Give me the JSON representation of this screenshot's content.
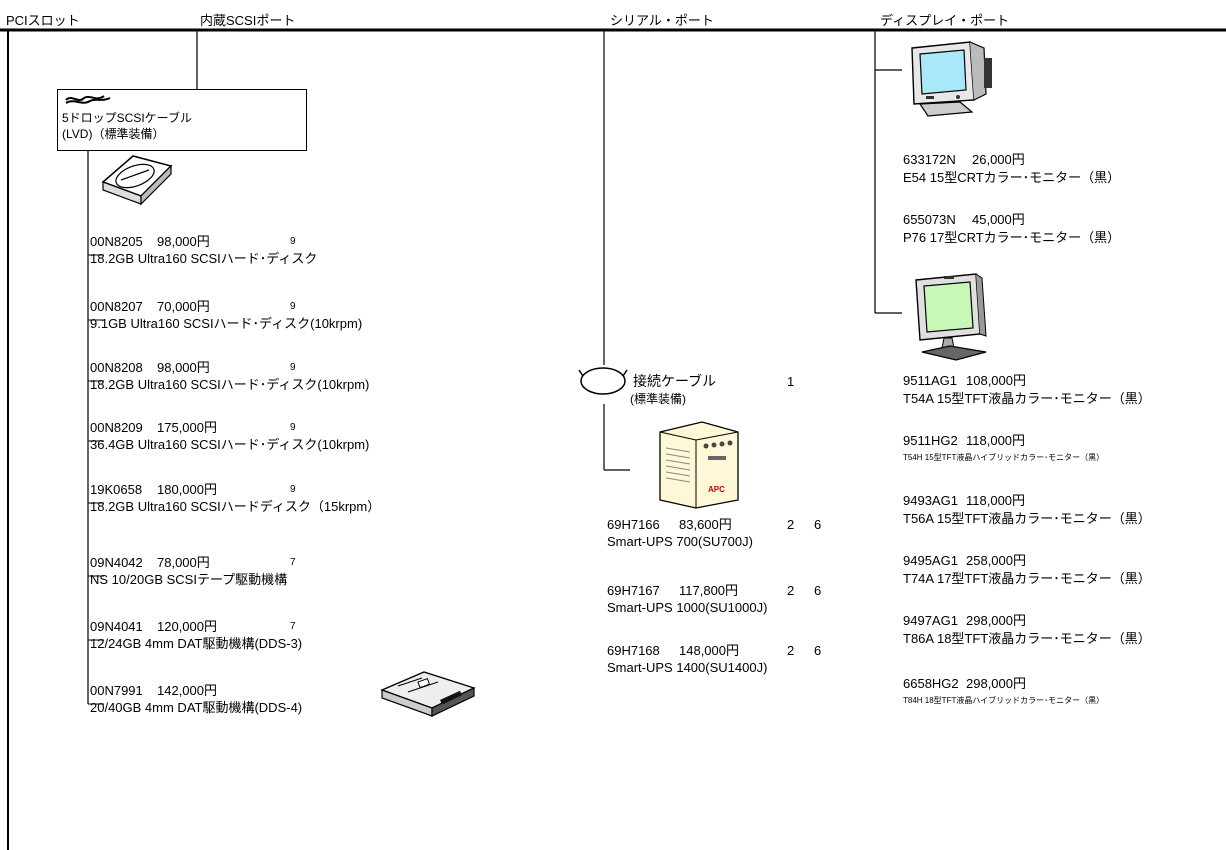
{
  "headers": {
    "pci": "PCIスロット",
    "scsi": "内蔵SCSIポート",
    "serial": "シリアル・ポート",
    "display": "ディスプレイ・ポート"
  },
  "cable_box": {
    "line1": "5ドロップSCSIケーブル",
    "line2": "(LVD)（標準装備）"
  },
  "scsi_items": [
    {
      "code": "00N8205",
      "price": "98,000円",
      "note": "9",
      "desc": "18.2GB Ultra160 SCSIハード･ディスク"
    },
    {
      "code": "00N8207",
      "price": "70,000円",
      "note": "9",
      "desc": "9.1GB Ultra160 SCSIハード･ディスク(10krpm)"
    },
    {
      "code": "00N8208",
      "price": "98,000円",
      "note": "9",
      "desc": "18.2GB Ultra160 SCSIハード･ディスク(10krpm)"
    },
    {
      "code": "00N8209",
      "price": "175,000円",
      "note": "9",
      "desc": "36.4GB Ultra160 SCSIハード･ディスク(10krpm)"
    },
    {
      "code": "19K0658",
      "price": "180,000円",
      "note": "9",
      "desc": "18.2GB Ultra160 SCSIハードディスク（15krpm）"
    },
    {
      "code": "09N4042",
      "price": "78,000円",
      "note": "7",
      "desc": "NS 10/20GB SCSIテープ駆動機構"
    },
    {
      "code": "09N4041",
      "price": "120,000円",
      "note": "7",
      "desc": "12/24GB 4mm DAT駆動機構(DDS-3)"
    },
    {
      "code": "00N7991",
      "price": "142,000円",
      "note": "",
      "desc": "20/40GB 4mm DAT駆動機構(DDS-4)"
    }
  ],
  "serial": {
    "cable_label1": "接続ケーブル",
    "cable_label2": "(標準装備)",
    "cable_note": "1",
    "ups": [
      {
        "code": "69H7166",
        "price": "83,600円",
        "n1": "2",
        "n2": "6",
        "desc": "Smart-UPS 700(SU700J)"
      },
      {
        "code": "69H7167",
        "price": "117,800円",
        "n1": "2",
        "n2": "6",
        "desc": "Smart-UPS 1000(SU1000J)"
      },
      {
        "code": "69H7168",
        "price": "148,000円",
        "n1": "2",
        "n2": "6",
        "desc": "Smart-UPS 1400(SU1400J)"
      }
    ],
    "ups_logo": "APC"
  },
  "display": {
    "crt": [
      {
        "code": "633172N",
        "price": "26,000円",
        "desc": "E54 15型CRTカラー･モニター（黒）"
      },
      {
        "code": "655073N",
        "price": "45,000円",
        "desc": "P76 17型CRTカラー･モニター（黒）"
      }
    ],
    "tft": [
      {
        "code": "9511AG1",
        "price": "108,000円",
        "desc": "T54A 15型TFT液晶カラー･モニター（黒）",
        "small": false
      },
      {
        "code": "9511HG2",
        "price": "118,000円",
        "desc": "T54H 15型TFT液晶ハイブリッドカラー･モニター（黒）",
        "small": true
      },
      {
        "code": "9493AG1",
        "price": "118,000円",
        "desc": "T56A 15型TFT液晶カラー･モニター（黒）",
        "small": false
      },
      {
        "code": "9495AG1",
        "price": "258,000円",
        "desc": "T74A 17型TFT液晶カラー･モニター（黒）",
        "small": false
      },
      {
        "code": "9497AG1",
        "price": "298,000円",
        "desc": "T86A 18型TFT液晶カラー･モニター（黒）",
        "small": false
      },
      {
        "code": "6658HG2",
        "price": "298,000円",
        "desc": "T84H 18型TFT液晶ハイブリッドカラー･モニター（黒）",
        "small": true
      }
    ]
  },
  "colors": {
    "line": "#000000",
    "screen": "#a8e8f8",
    "tft_screen": "#c8f8b8",
    "ups_body": "#fff8d8"
  }
}
